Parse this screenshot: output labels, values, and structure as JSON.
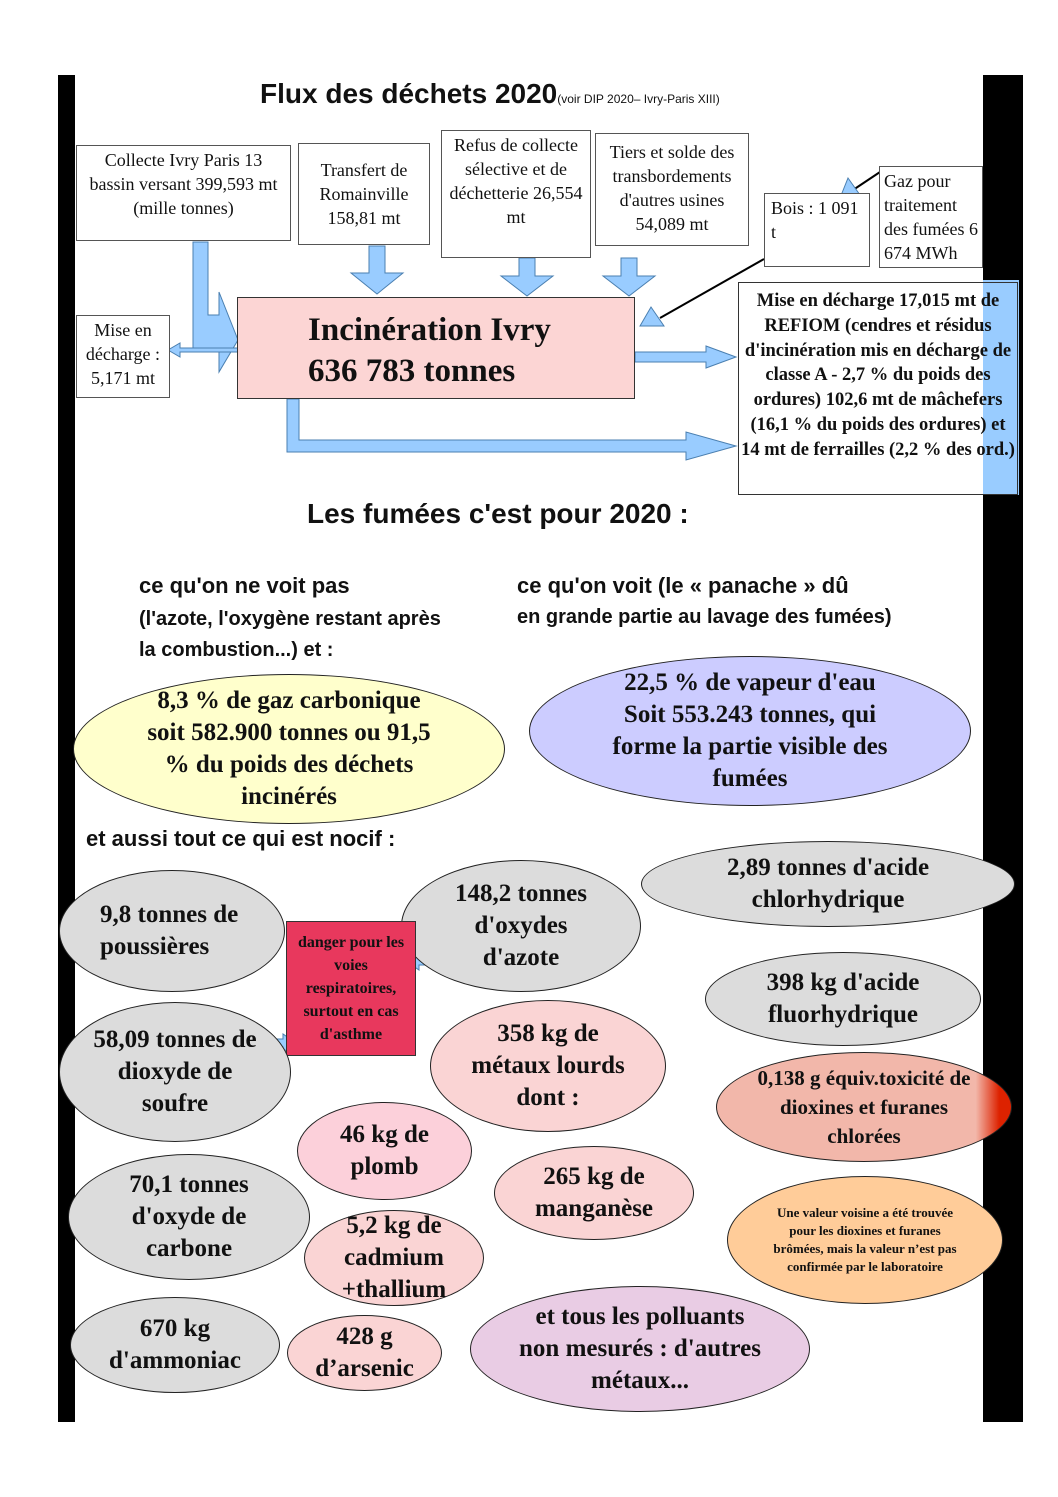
{
  "header": {
    "title": "Flux des déchets 2020",
    "subtitle": "(voir DIP 2020– Ivry-Paris XIII)"
  },
  "inputs": {
    "collecte": "Collecte Ivry Paris 13 bassin versant 399,593 mt (mille tonnes)",
    "transfert": "Transfert de Romainville 158,81 mt",
    "refus": "Refus de collecte sélective et de déchetterie 26,554 mt",
    "tiers": "Tiers et solde des transbordements d'autres usines 54,089 mt",
    "bois": "Bois : 1 091 t",
    "gaz": "Gaz pour traitement des fumées 6 674 MWh"
  },
  "incineration": {
    "line1": "Incinération Ivry",
    "line2": "636 783 tonnes"
  },
  "mise_en_decharge": "Mise en décharge : 5,171 mt",
  "outputs_box": "Mise en décharge 17,015 mt de REFIOM (cendres et résidus d'incinération mis en décharge de classe A - 2,7 % du poids des ordures) 102,6 mt de mâchefers (16,1 % du poids des ordures) et 14 mt de ferrailles (2,2 % des ord.)",
  "fumees_title": "Les fumées c'est pour 2020 :",
  "invisible": {
    "heading": "ce qu'on ne voit pas",
    "sub": "(l'azote, l'oxygène restant après la combustion...) et :",
    "ellipse": "8,3 % de gaz carbonique soit 582.900 tonnes ou 91,5 % du poids des déchets incinérés"
  },
  "visible": {
    "heading": "ce qu'on voit (le « panache » dû",
    "sub": "en grande partie au lavage des fumées)",
    "ellipse": "22,5 % de vapeur d'eau Soit 553.243 tonnes, qui forme la partie visible des fumées"
  },
  "nocif_heading": "et aussi tout ce qui est nocif :",
  "pollutants": {
    "poussieres": "9,8 tonnes de poussières",
    "oxydes_azote": "148,2 tonnes d'oxydes d'azote",
    "acide_chlorhydrique": "2,89 tonnes d'acide chlorhydrique",
    "acide_fluorhydrique": "398 kg d'acide fluorhydrique",
    "dioxyde_soufre": "58,09 tonnes de dioxyde de soufre",
    "metaux_lourds": "358 kg de métaux lourds dont :",
    "dioxines": "0,138 g équiv.toxicité de dioxines et furanes chlorées",
    "plomb": "46 kg de plomb",
    "manganese": "265 kg de manganèse",
    "monoxyde_carbone": "70,1 tonnes d'oxyde de carbone",
    "cadmium": "5,2 kg de cadmium +thallium",
    "ammoniac": "670 kg d'ammoniac",
    "arsenic": "428 g d’arsenic",
    "non_mesures": "et tous les polluants non mesurés : d'autres métaux..."
  },
  "danger_note": "danger pour les voies respiratoires, surtout en cas d'asthme",
  "bromees_note": "Une valeur voisine a été trouvée pour les dioxines et furanes brômées, mais la valeur n’est pas confirmée par le laboratoire",
  "colors": {
    "incineration_bg": "#fcd5d4",
    "arrow_fill": "#99ccff",
    "co2_bg": "#ffffcc",
    "vapeur_bg": "#ccccff",
    "danger_bg": "#e8385d",
    "dioxine_bg": "#f2b7aa",
    "dioxine_accent": "#dd2200",
    "bromees_bg": "#ffcc99",
    "non_mesures_bg": "#e9cce4"
  }
}
